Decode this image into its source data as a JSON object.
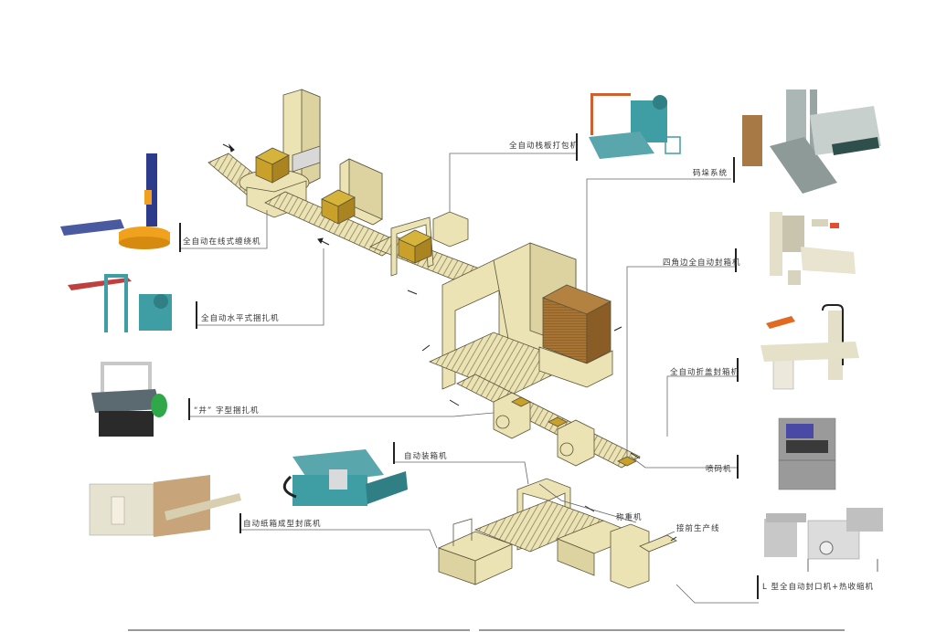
{
  "diagram": {
    "title_hidden": "",
    "labels": {
      "wrapper_inline": "全自动在线式缠绕机",
      "horizontal_strapper": "全自动水平式捆扎机",
      "cross_strapper": "“井” 字型捆扎机",
      "carton_erector": "自动纸箱成型封底机",
      "case_packer": "自动装箱机",
      "pallet_strapper": "全自动栈板打包机",
      "palletizer": "码垛系统",
      "four_corner_sealer": "四角边全自动封箱机",
      "flap_folding_sealer": "全自动折盖封箱机",
      "inkjet_printer": "喷码机",
      "check_weigher": "称重机",
      "upstream_line": "接前生产线",
      "l_sealer_shrink": "L 型全自动封口机+热收缩机"
    },
    "colors": {
      "machine_beige": "#ece3b4",
      "machine_outline": "#5a5338",
      "carton": "#c9a02a",
      "carton_dark": "#8a6a1a",
      "pallet_stack": "#9c6c34",
      "teal_machine": "#3f9ea4",
      "navy_machine": "#2d3b8c",
      "orange_turntable": "#f0a21e",
      "stainless": "#a9a9a9",
      "label_text": "#333333",
      "leader_line": "#555555"
    }
  }
}
